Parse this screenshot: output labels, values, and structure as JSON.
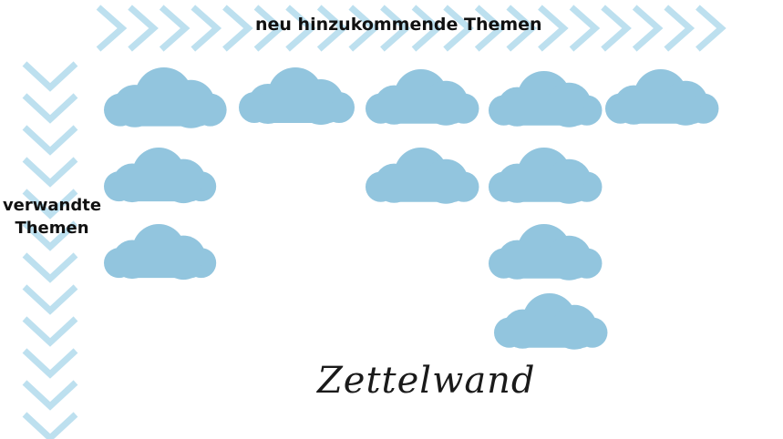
{
  "header": {
    "label": "neu hinzukommende Themen"
  },
  "side": {
    "line1": "verwandte",
    "line2": "Themen"
  },
  "wall": {
    "title": "Zettelwand"
  },
  "colors": {
    "cloud": "#92c5de",
    "chevron": "#bde0ef",
    "text": "#111111"
  },
  "icons": {
    "chevron_top": "chevron-right-icon",
    "chevron_side": "chevron-down-icon",
    "note": "cloud-icon"
  }
}
